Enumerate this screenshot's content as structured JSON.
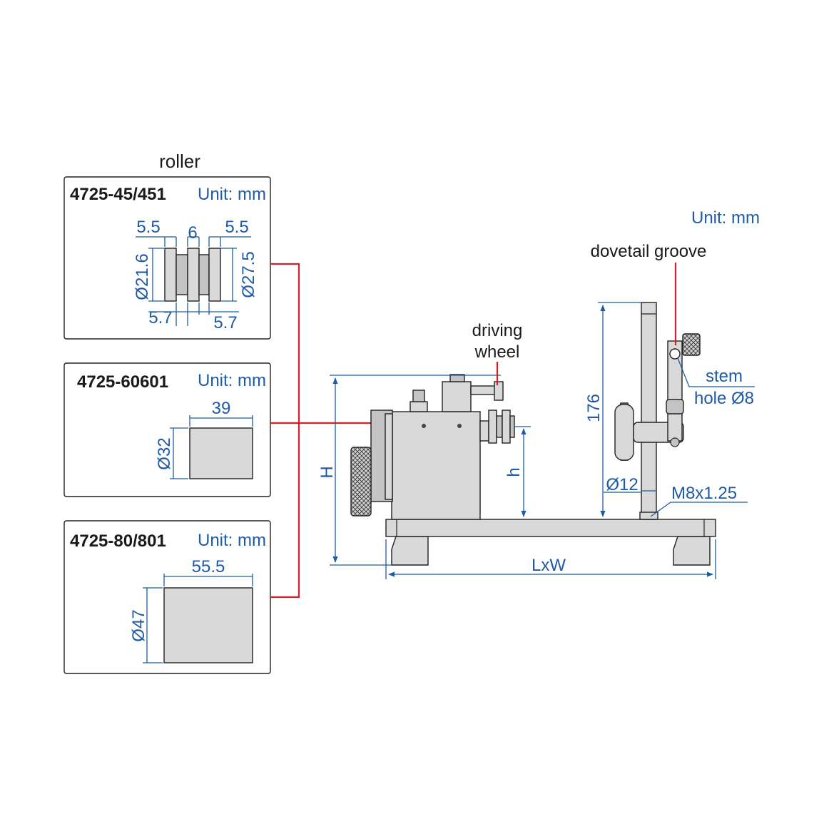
{
  "roller_heading": "roller",
  "global_unit": "Unit: mm",
  "colors": {
    "dimension": "#1f5aa6",
    "leader": "#d61f26",
    "part": "#d9d9d9"
  },
  "roller_boxes": [
    {
      "model": "4725-45/451",
      "unit": "Unit: mm",
      "dims": {
        "top_left": "5.5",
        "top_mid": "6",
        "top_right": "5.5",
        "dia_left": "Ø21.6",
        "dia_right": "Ø27.5",
        "bottom_left": "5.7",
        "bottom_right": "5.7"
      }
    },
    {
      "model": "4725-60601",
      "unit": "Unit: mm",
      "dims": {
        "width": "39",
        "dia": "Ø32"
      }
    },
    {
      "model": "4725-80/801",
      "unit": "Unit: mm",
      "dims": {
        "width": "55.5",
        "dia": "Ø47"
      }
    }
  ],
  "callouts": {
    "dovetail": "dovetail groove",
    "driving_1": "driving",
    "driving_2": "wheel",
    "stem_1": "stem",
    "stem_2": "hole Ø8"
  },
  "main_dims": {
    "H": "H",
    "h": "h",
    "height_176": "176",
    "dia12": "Ø12",
    "thread": "M8x1.25",
    "LxW": "LxW"
  }
}
